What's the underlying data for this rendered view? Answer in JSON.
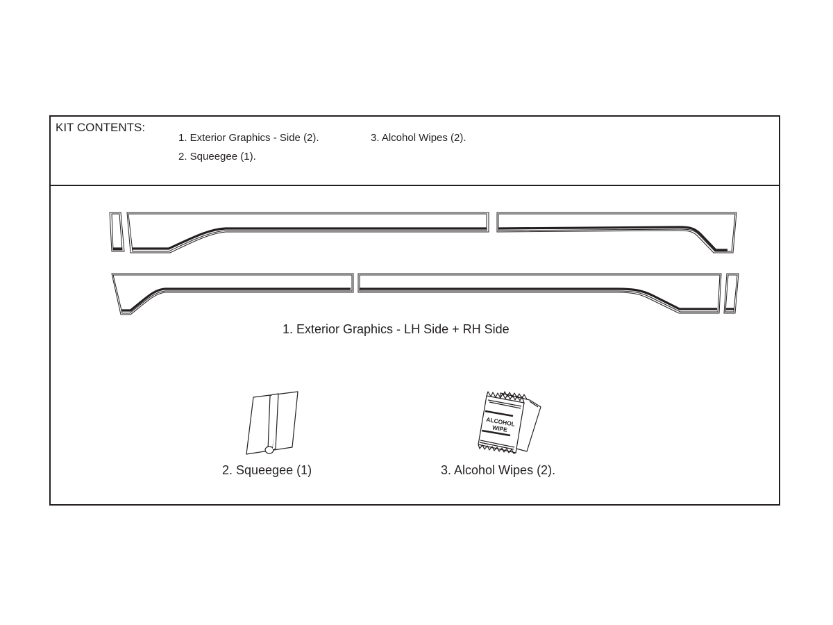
{
  "kit_contents": {
    "title": "KIT CONTENTS:",
    "items": [
      "1. Exterior Graphics - Side (2).",
      "2. Squeegee (1).",
      "3. Alcohol Wipes (2)."
    ]
  },
  "illustrations": {
    "graphics_caption": "1. Exterior Graphics - LH Side + RH Side",
    "squeegee_caption": "2. Squeegee (1)",
    "wipes_caption": "3. Alcohol Wipes (2).",
    "wipe_packet_label_line1": "ALCOHOL",
    "wipe_packet_label_line2": "WIPE"
  },
  "colors": {
    "ink": "#231f20",
    "background": "#ffffff"
  }
}
